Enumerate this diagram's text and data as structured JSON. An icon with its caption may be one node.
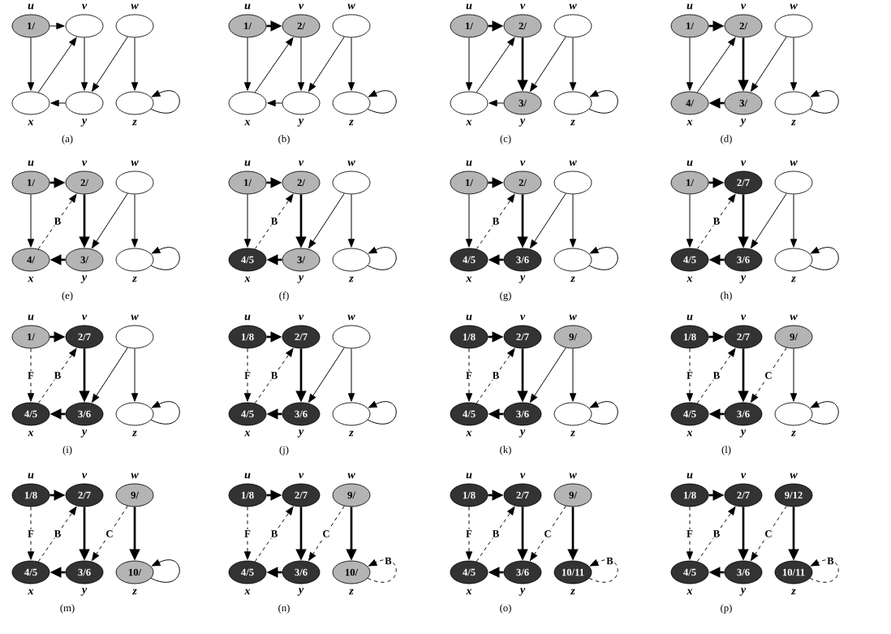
{
  "diagram": {
    "nodes": [
      {
        "text": [
          "1/"
        ],
        "beside": [
          "u"
        ]
      },
      {
        "text": [],
        "shape": "ellipse",
        "beside": [
          "v"
        ]
      },
      {
        "text": [],
        "shape": "ellipse",
        "beside": [
          "w"
        ]
      },
      {
        "text": [],
        "shape": "ellipse",
        "beside": [
          "x"
        ]
      },
      {
        "text": [],
        "shape": "ellipse",
        "beside": [
          "y"
        ]
      },
      {
        "text": [],
        "shape": "ellipse",
        "beside": [
          "z"
        ]
      },
      {
        "text": [
          "1/"
        ],
        "beside": [
          "u"
        ]
      },
      {
        "text": [
          "2/"
        ],
        "beside": [
          "v"
        ]
      },
      {
        "text": [],
        "shape": "ellipse",
        "beside": [
          "w"
        ]
      },
      {
        "text": [],
        "shape": "ellipse",
        "beside": [
          "x"
        ]
      },
      {
        "text": [],
        "shape": "ellipse",
        "beside": [
          "y"
        ]
      },
      {
        "text": [],
        "shape": "ellipse",
        "beside": [
          "z"
        ]
      },
      {
        "text": [
          "1/"
        ],
        "beside": [
          "u"
        ]
      },
      {
        "text": [
          "2/"
        ],
        "beside": [
          "v"
        ]
      },
      {
        "text": [],
        "shape": "ellipse",
        "beside": [
          "w"
        ]
      },
      {
        "text": [],
        "shape": "ellipse",
        "beside": [
          "x"
        ]
      },
      {
        "text": [
          "3/"
        ],
        "beside": [
          "y"
        ]
      },
      {
        "text": [],
        "shape": "ellipse",
        "beside": [
          "z"
        ]
      },
      {
        "text": [
          "1/"
        ],
        "beside": [
          "u"
        ]
      },
      {
        "text": [
          "2/"
        ],
        "beside": [
          "v"
        ]
      },
      {
        "text": [],
        "shape": "ellipse",
        "beside": [
          "w"
        ]
      },
      {
        "text": [
          "4/"
        ],
        "beside": [
          "x"
        ]
      },
      {
        "text": [
          "3/"
        ],
        "beside": [
          "y"
        ]
      },
      {
        "text": [],
        "shape": "ellipse",
        "beside": [
          "z"
        ]
      },
      {
        "text": [
          "1/"
        ],
        "beside": [
          "u"
        ]
      },
      {
        "text": [
          "2/"
        ],
        "beside": [
          "v"
        ]
      },
      {
        "text": [],
        "shape": "ellipse",
        "beside": [
          "w"
        ]
      },
      {
        "text": [
          "4/"
        ],
        "beside": [
          "x"
        ]
      },
      {
        "text": [
          "3/"
        ],
        "beside": [
          "y"
        ]
      },
      {
        "text": [],
        "shape": "ellipse",
        "beside": [
          "z"
        ]
      },
      {
        "text": [
          "1/"
        ],
        "beside": [
          "u"
        ]
      },
      {
        "text": [
          "2/"
        ],
        "beside": [
          "v"
        ]
      },
      {
        "text": [],
        "shape": "ellipse",
        "beside": [
          "w"
        ]
      },
      {
        "text": [
          "4/5"
        ],
        "beside": [
          "x"
        ]
      },
      {
        "text": [
          "3/"
        ],
        "beside": [
          "y"
        ]
      },
      {
        "text": [],
        "shape": "ellipse",
        "beside": [
          "z"
        ]
      },
      {
        "text": [
          "1/"
        ],
        "beside": [
          "u"
        ]
      },
      {
        "text": [
          "2/"
        ],
        "beside": [
          "v"
        ]
      },
      {
        "text": [],
        "shape": "ellipse",
        "beside": [
          "w"
        ]
      },
      {
        "text": [
          "4/5"
        ],
        "beside": [
          "x"
        ]
      },
      {
        "text": [
          "3/6"
        ],
        "beside": [
          "y"
        ]
      },
      {
        "text": [],
        "shape": "ellipse",
        "beside": [
          "z"
        ]
      },
      {
        "text": [
          "1/"
        ],
        "beside": [
          "u"
        ]
      },
      {
        "text": [
          "2/7"
        ],
        "beside": [
          "v"
        ]
      },
      {
        "text": [],
        "shape": "ellipse",
        "beside": [
          "w"
        ]
      },
      {
        "text": [
          "4/5"
        ],
        "beside": [
          "x"
        ]
      },
      {
        "text": [
          "3/6"
        ],
        "beside": [
          "y"
        ]
      },
      {
        "text": [],
        "shape": "ellipse",
        "beside": [
          "z"
        ]
      },
      {
        "text": [
          "1/"
        ],
        "beside": [
          "u"
        ]
      },
      {
        "text": [
          "2/7"
        ],
        "beside": [
          "v"
        ]
      },
      {
        "text": [],
        "shape": "ellipse",
        "beside": [
          "w"
        ]
      },
      {
        "text": [
          "4/5"
        ],
        "beside": [
          "x"
        ]
      },
      {
        "text": [
          "3/6"
        ],
        "beside": [
          "y"
        ]
      },
      {
        "text": [],
        "shape": "ellipse",
        "beside": [
          "z"
        ]
      },
      {
        "text": [
          "1/8"
        ],
        "beside": [
          "u"
        ]
      },
      {
        "text": [
          "2/7"
        ],
        "beside": [
          "v"
        ]
      },
      {
        "text": [],
        "shape": "ellipse",
        "beside": [
          "w"
        ]
      },
      {
        "text": [
          "4/5"
        ],
        "beside": [
          "x"
        ]
      },
      {
        "text": [
          "3/6"
        ],
        "beside": [
          "y"
        ]
      },
      {
        "text": [],
        "shape": "ellipse",
        "beside": [
          "z"
        ]
      },
      {
        "text": [
          "1/8"
        ],
        "beside": [
          "u"
        ]
      },
      {
        "text": [
          "2/7"
        ],
        "beside": [
          "v"
        ]
      },
      {
        "text": [
          "9/"
        ],
        "beside": [
          "w"
        ]
      },
      {
        "text": [
          "4/5"
        ],
        "beside": [
          "x"
        ]
      },
      {
        "text": [
          "3/6"
        ],
        "beside": [
          "y"
        ]
      },
      {
        "text": [],
        "shape": "ellipse",
        "beside": [
          "z"
        ]
      },
      {
        "text": [
          "1/8"
        ],
        "beside": [
          "u"
        ]
      },
      {
        "text": [
          "2/7"
        ],
        "beside": [
          "v"
        ]
      },
      {
        "text": [
          "9/"
        ],
        "beside": [
          "w"
        ]
      },
      {
        "text": [
          "4/5"
        ],
        "beside": [
          "x"
        ]
      },
      {
        "text": [
          "3/6"
        ],
        "beside": [
          "y"
        ]
      },
      {
        "text": [],
        "shape": "ellipse",
        "beside": [
          "z"
        ]
      },
      {
        "text": [
          "1/8"
        ],
        "beside": [
          "u"
        ]
      },
      {
        "text": [
          "2/7"
        ],
        "beside": [
          "v"
        ]
      },
      {
        "text": [
          "9/"
        ],
        "beside": [
          "w"
        ]
      },
      {
        "text": [
          "4/5"
        ],
        "beside": [
          "x"
        ]
      },
      {
        "text": [
          "3/6"
        ],
        "beside": [
          "y"
        ]
      },
      {
        "text": [
          "10/"
        ],
        "beside": [
          "z"
        ]
      },
      {
        "text": [
          "1/8"
        ],
        "beside": [
          "u"
        ]
      },
      {
        "text": [
          "2/7"
        ],
        "beside": [
          "v"
        ]
      },
      {
        "text": [
          "9/"
        ],
        "beside": [
          "w"
        ]
      },
      {
        "text": [
          "4/5"
        ],
        "beside": [
          "x"
        ]
      },
      {
        "text": [
          "3/6"
        ],
        "beside": [
          "y"
        ]
      },
      {
        "text": [
          "10/"
        ],
        "beside": [
          "z"
        ]
      },
      {
        "text": [
          "1/8"
        ],
        "beside": [
          "u"
        ]
      },
      {
        "text": [
          "2/7"
        ],
        "beside": [
          "v"
        ]
      },
      {
        "text": [
          "9/"
        ],
        "beside": [
          "w"
        ]
      },
      {
        "text": [
          "4/5"
        ],
        "beside": [
          "x"
        ]
      },
      {
        "text": [
          "3/6"
        ],
        "beside": [
          "y"
        ]
      },
      {
        "text": [
          "10/11"
        ],
        "beside": [
          "z"
        ]
      },
      {
        "text": [
          "1/8"
        ],
        "beside": [
          "u"
        ]
      },
      {
        "text": [
          "2/7"
        ],
        "beside": [
          "v"
        ]
      },
      {
        "text": [
          "9/12"
        ],
        "beside": [
          "w"
        ]
      },
      {
        "text": [
          "4/5"
        ],
        "beside": [
          "x"
        ]
      },
      {
        "text": [
          "3/6"
        ],
        "beside": [
          "y"
        ]
      },
      {
        "text": [
          "10/11"
        ],
        "beside": [
          "z"
        ]
      }
    ],
    "edges": [
      {
        "from": 0,
        "to": 1,
        "arrow": "to"
      },
      {
        "from": 0,
        "to": 3,
        "arrow": "to"
      },
      {
        "from": 1,
        "to": 4,
        "arrow": "to"
      },
      {
        "from": 2,
        "to": 4,
        "arrow": "to"
      },
      {
        "from": 2,
        "to": 5,
        "arrow": "to"
      },
      {
        "from": 3,
        "to": 1,
        "arrow": "to"
      },
      {
        "from": 4,
        "to": 3,
        "arrow": "to"
      },
      {
        "from": 5,
        "to": 5,
        "arrow": "to"
      },
      {
        "from": 6,
        "to": 7,
        "arrow": "to",
        "style": "thick"
      },
      {
        "from": 6,
        "to": 9,
        "arrow": "to"
      },
      {
        "from": 7,
        "to": 10,
        "arrow": "to"
      },
      {
        "from": 8,
        "to": 10,
        "arrow": "to"
      },
      {
        "from": 8,
        "to": 11,
        "arrow": "to"
      },
      {
        "from": 9,
        "to": 7,
        "arrow": "to"
      },
      {
        "from": 10,
        "to": 9,
        "arrow": "to"
      },
      {
        "from": 11,
        "to": 11,
        "arrow": "to"
      },
      {
        "from": 12,
        "to": 13,
        "arrow": "to",
        "style": "thick"
      },
      {
        "from": 12,
        "to": 15,
        "arrow": "to"
      },
      {
        "from": 13,
        "to": 16,
        "arrow": "to",
        "style": "thick"
      },
      {
        "from": 14,
        "to": 16,
        "arrow": "to"
      },
      {
        "from": 14,
        "to": 17,
        "arrow": "to"
      },
      {
        "from": 15,
        "to": 13,
        "arrow": "to"
      },
      {
        "from": 16,
        "to": 15,
        "arrow": "to"
      },
      {
        "from": 17,
        "to": 17,
        "arrow": "to"
      },
      {
        "from": 18,
        "to": 19,
        "arrow": "to",
        "style": "thick"
      },
      {
        "from": 18,
        "to": 21,
        "arrow": "to"
      },
      {
        "from": 19,
        "to": 22,
        "arrow": "to",
        "style": "thick"
      },
      {
        "from": 20,
        "to": 22,
        "arrow": "to"
      },
      {
        "from": 20,
        "to": 23,
        "arrow": "to"
      },
      {
        "from": 21,
        "to": 19,
        "arrow": "to"
      },
      {
        "from": 22,
        "to": 21,
        "arrow": "to",
        "style": "thick"
      },
      {
        "from": 23,
        "to": 23,
        "arrow": "to"
      },
      {
        "from": 24,
        "to": 25,
        "arrow": "to",
        "style": "thick"
      },
      {
        "from": 24,
        "to": 27,
        "arrow": "to"
      },
      {
        "from": 25,
        "to": 28,
        "arrow": "to",
        "style": "thick"
      },
      {
        "from": 26,
        "to": 28,
        "arrow": "to"
      },
      {
        "from": 26,
        "to": 29,
        "arrow": "to"
      },
      {
        "from": 27,
        "to": 25,
        "arrow": "to",
        "style": "dashed",
        "label": "B"
      },
      {
        "from": 28,
        "to": 27,
        "arrow": "to",
        "style": "thick"
      },
      {
        "from": 29,
        "to": 29,
        "arrow": "to"
      },
      {
        "from": 30,
        "to": 31,
        "arrow": "to",
        "style": "thick"
      },
      {
        "from": 30,
        "to": 33,
        "arrow": "to"
      },
      {
        "from": 31,
        "to": 34,
        "arrow": "to",
        "style": "thick"
      },
      {
        "from": 32,
        "to": 34,
        "arrow": "to"
      },
      {
        "from": 32,
        "to": 35,
        "arrow": "to"
      },
      {
        "from": 33,
        "to": 31,
        "arrow": "to",
        "style": "dashed",
        "label": "B"
      },
      {
        "from": 34,
        "to": 33,
        "arrow": "to",
        "style": "thick"
      },
      {
        "from": 35,
        "to": 35,
        "arrow": "to"
      },
      {
        "from": 36,
        "to": 37,
        "arrow": "to",
        "style": "thick"
      },
      {
        "from": 36,
        "to": 39,
        "arrow": "to"
      },
      {
        "from": 37,
        "to": 40,
        "arrow": "to",
        "style": "thick"
      },
      {
        "from": 38,
        "to": 40,
        "arrow": "to"
      },
      {
        "from": 38,
        "to": 41,
        "arrow": "to"
      },
      {
        "from": 39,
        "to": 37,
        "arrow": "to",
        "style": "dashed",
        "label": "B"
      },
      {
        "from": 40,
        "to": 39,
        "arrow": "to",
        "style": "thick"
      },
      {
        "from": 41,
        "to": 41,
        "arrow": "to"
      },
      {
        "from": 42,
        "to": 43,
        "arrow": "to",
        "style": "thick"
      },
      {
        "from": 42,
        "to": 45,
        "arrow": "to"
      },
      {
        "from": 43,
        "to": 46,
        "arrow": "to",
        "style": "thick"
      },
      {
        "from": 44,
        "to": 46,
        "arrow": "to"
      },
      {
        "from": 44,
        "to": 47,
        "arrow": "to"
      },
      {
        "from": 45,
        "to": 43,
        "arrow": "to",
        "style": "dashed",
        "label": "B"
      },
      {
        "from": 46,
        "to": 45,
        "arrow": "to",
        "style": "thick"
      },
      {
        "from": 47,
        "to": 47,
        "arrow": "to"
      },
      {
        "from": 48,
        "to": 49,
        "arrow": "to",
        "style": "thick"
      },
      {
        "from": 48,
        "to": 51,
        "arrow": "to",
        "style": "dashed",
        "label": "F"
      },
      {
        "from": 49,
        "to": 52,
        "arrow": "to",
        "style": "thick"
      },
      {
        "from": 50,
        "to": 52,
        "arrow": "to"
      },
      {
        "from": 50,
        "to": 53,
        "arrow": "to"
      },
      {
        "from": 51,
        "to": 49,
        "arrow": "to",
        "style": "dashed",
        "label": "B"
      },
      {
        "from": 52,
        "to": 51,
        "arrow": "to",
        "style": "thick"
      },
      {
        "from": 53,
        "to": 53,
        "arrow": "to"
      },
      {
        "from": 54,
        "to": 55,
        "arrow": "to",
        "style": "thick"
      },
      {
        "from": 54,
        "to": 57,
        "arrow": "to",
        "style": "dashed",
        "label": "F"
      },
      {
        "from": 55,
        "to": 58,
        "arrow": "to",
        "style": "thick"
      },
      {
        "from": 56,
        "to": 58,
        "arrow": "to"
      },
      {
        "from": 56,
        "to": 59,
        "arrow": "to"
      },
      {
        "from": 57,
        "to": 55,
        "arrow": "to",
        "style": "dashed",
        "label": "B"
      },
      {
        "from": 58,
        "to": 57,
        "arrow": "to",
        "style": "thick"
      },
      {
        "from": 59,
        "to": 59,
        "arrow": "to"
      },
      {
        "from": 60,
        "to": 61,
        "arrow": "to",
        "style": "thick"
      },
      {
        "from": 60,
        "to": 63,
        "arrow": "to",
        "style": "dashed",
        "label": "F"
      },
      {
        "from": 61,
        "to": 64,
        "arrow": "to",
        "style": "thick"
      },
      {
        "from": 62,
        "to": 64,
        "arrow": "to"
      },
      {
        "from": 62,
        "to": 65,
        "arrow": "to"
      },
      {
        "from": 63,
        "to": 61,
        "arrow": "to",
        "style": "dashed",
        "label": "B"
      },
      {
        "from": 64,
        "to": 63,
        "arrow": "to",
        "style": "thick"
      },
      {
        "from": 65,
        "to": 65,
        "arrow": "to"
      },
      {
        "from": 66,
        "to": 67,
        "arrow": "to",
        "style": "thick"
      },
      {
        "from": 66,
        "to": 69,
        "arrow": "to",
        "style": "dashed",
        "label": "F"
      },
      {
        "from": 67,
        "to": 70,
        "arrow": "to",
        "style": "thick"
      },
      {
        "from": 68,
        "to": 70,
        "arrow": "to",
        "style": "dashed",
        "label": "C"
      },
      {
        "from": 68,
        "to": 71,
        "arrow": "to"
      },
      {
        "from": 69,
        "to": 67,
        "arrow": "to",
        "style": "dashed",
        "label": "B"
      },
      {
        "from": 70,
        "to": 69,
        "arrow": "to",
        "style": "thick"
      },
      {
        "from": 71,
        "to": 71,
        "arrow": "to"
      },
      {
        "from": 72,
        "to": 73,
        "arrow": "to",
        "style": "thick"
      },
      {
        "from": 72,
        "to": 75,
        "arrow": "to",
        "style": "dashed",
        "label": "F"
      },
      {
        "from": 73,
        "to": 76,
        "arrow": "to",
        "style": "thick"
      },
      {
        "from": 74,
        "to": 76,
        "arrow": "to",
        "style": "dashed",
        "label": "C"
      },
      {
        "from": 74,
        "to": 77,
        "arrow": "to",
        "style": "thick"
      },
      {
        "from": 75,
        "to": 73,
        "arrow": "to",
        "style": "dashed",
        "label": "B"
      },
      {
        "from": 76,
        "to": 75,
        "arrow": "to",
        "style": "thick"
      },
      {
        "from": 77,
        "to": 77,
        "arrow": "to"
      },
      {
        "from": 78,
        "to": 79,
        "arrow": "to",
        "style": "thick"
      },
      {
        "from": 78,
        "to": 81,
        "arrow": "to",
        "style": "dashed",
        "label": "F"
      },
      {
        "from": 79,
        "to": 82,
        "arrow": "to",
        "style": "thick"
      },
      {
        "from": 80,
        "to": 82,
        "arrow": "to",
        "style": "dashed",
        "label": "C"
      },
      {
        "from": 80,
        "to": 83,
        "arrow": "to",
        "style": "thick"
      },
      {
        "from": 81,
        "to": 79,
        "arrow": "to",
        "style": "dashed",
        "label": "B"
      },
      {
        "from": 82,
        "to": 81,
        "arrow": "to",
        "style": "thick"
      },
      {
        "from": 83,
        "to": 83,
        "arrow": "to",
        "style": "dashed",
        "label": "B"
      },
      {
        "from": 84,
        "to": 85,
        "arrow": "to",
        "style": "thick"
      },
      {
        "from": 84,
        "to": 87,
        "arrow": "to",
        "style": "dashed",
        "label": "F"
      },
      {
        "from": 85,
        "to": 88,
        "arrow": "to",
        "style": "thick"
      },
      {
        "from": 86,
        "to": 88,
        "arrow": "to",
        "style": "dashed",
        "label": "C"
      },
      {
        "from": 86,
        "to": 89,
        "arrow": "to",
        "style": "thick"
      },
      {
        "from": 87,
        "to": 85,
        "arrow": "to",
        "style": "dashed",
        "label": "B"
      },
      {
        "from": 88,
        "to": 87,
        "arrow": "to",
        "style": "thick"
      },
      {
        "from": 89,
        "to": 89,
        "arrow": "to",
        "style": "dashed",
        "label": "B"
      },
      {
        "from": 90,
        "to": 91,
        "arrow": "to",
        "style": "thick"
      },
      {
        "from": 90,
        "to": 93,
        "arrow": "to",
        "style": "dashed",
        "label": "F"
      },
      {
        "from": 91,
        "to": 94,
        "arrow": "to",
        "style": "thick"
      },
      {
        "from": 92,
        "to": 94,
        "arrow": "to",
        "style": "dashed",
        "label": "C"
      },
      {
        "from": 92,
        "to": 95,
        "arrow": "to",
        "style": "thick"
      },
      {
        "from": 93,
        "to": 91,
        "arrow": "to",
        "style": "dashed",
        "label": "B"
      },
      {
        "from": 94,
        "to": 93,
        "arrow": "to",
        "style": "thick"
      },
      {
        "from": 95,
        "to": 95,
        "arrow": "to",
        "style": "dashed",
        "label": "B"
      }
    ],
    "labels": [
      "(a)",
      "(b)",
      "(c)",
      "(d)",
      "(e)",
      "(f)",
      "(g)",
      "(h)",
      "(i)",
      "(j)",
      "(k)",
      "(l)",
      "(m)",
      "(n)",
      "(o)",
      "(p)"
    ]
  }
}
